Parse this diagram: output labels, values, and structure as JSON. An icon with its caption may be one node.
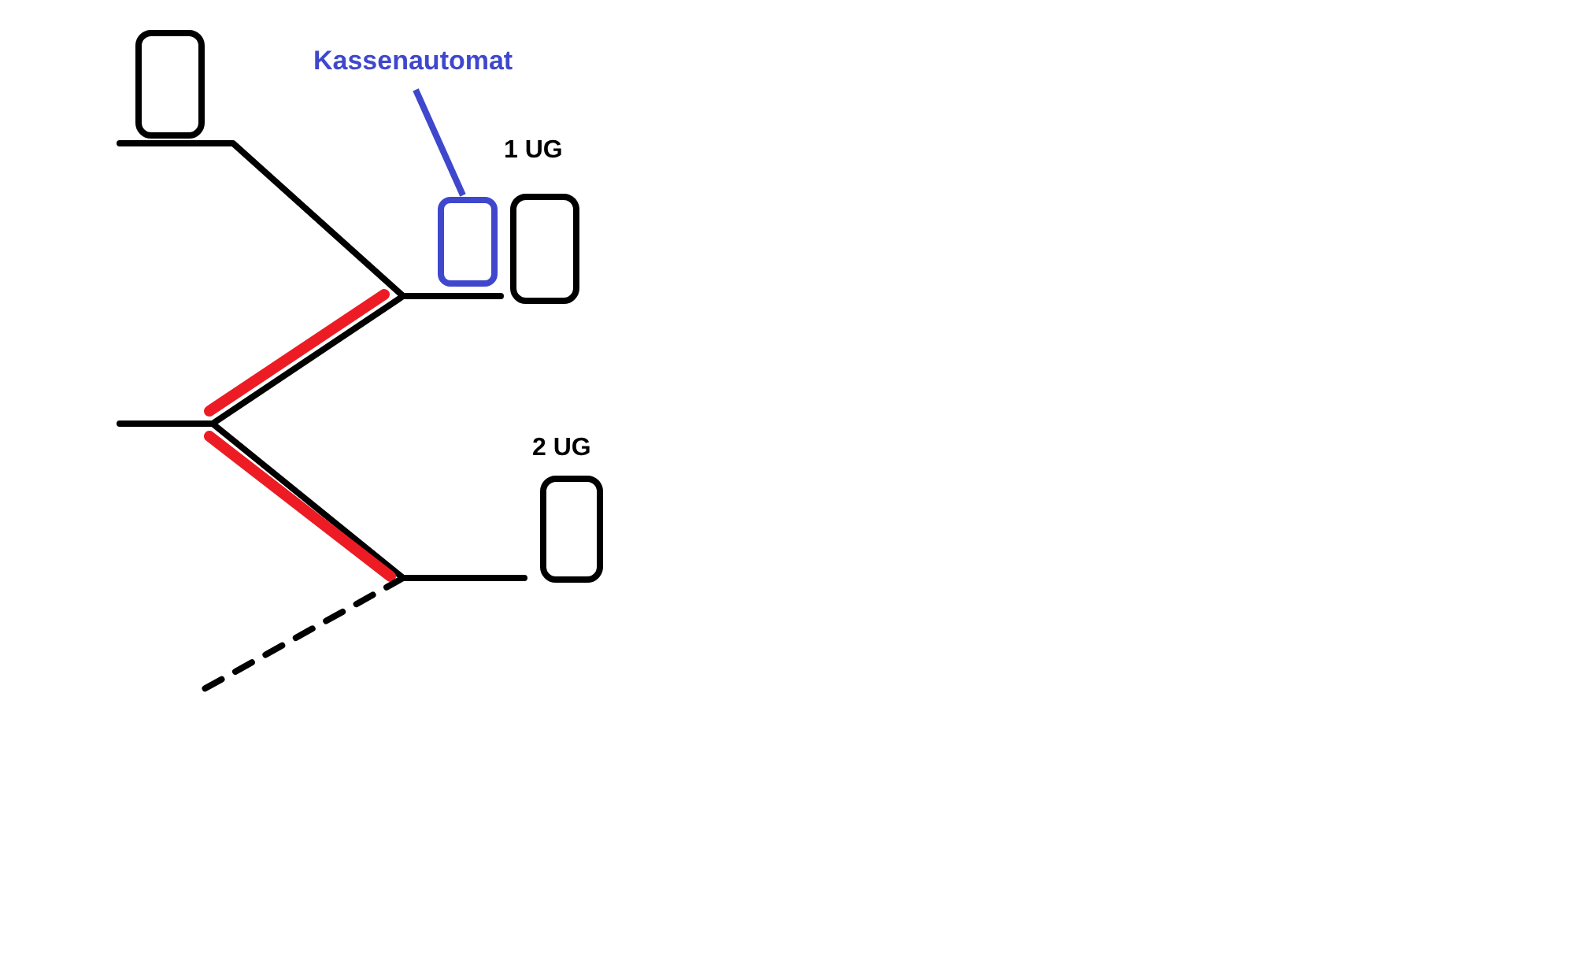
{
  "diagram": {
    "nodes": [
      {
        "text": [
          "Kassenautomat"
        ]
      },
      {
        "text": [],
        "shape": "box"
      }
    ],
    "edges": [
      {
        "from": 0,
        "to": 1,
        "arrow": "none"
      }
    ],
    "labels": [
      "1 UG",
      "2 UG"
    ]
  }
}
